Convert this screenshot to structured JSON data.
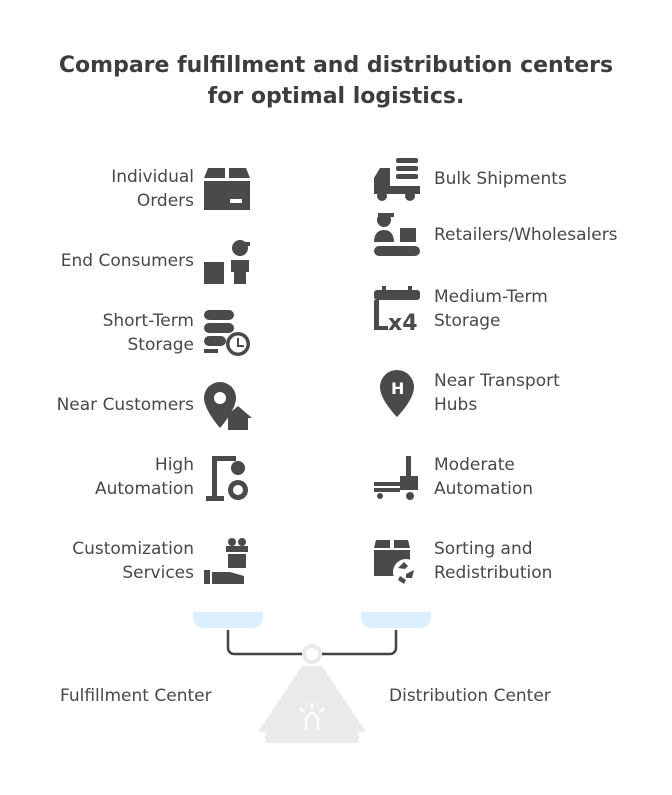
{
  "title": {
    "line1": "Compare fulfillment and distribution centers",
    "line2": "for optimal logistics."
  },
  "fulfillment": {
    "label": "Fulfillment Center",
    "items": [
      {
        "line1": "Individual",
        "line2": "Orders",
        "icon": "package-box-icon"
      },
      {
        "line1": "End Consumers",
        "line2": "",
        "icon": "delivery-person-icon"
      },
      {
        "line1": "Short-Term",
        "line2": "Storage",
        "icon": "server-clock-icon"
      },
      {
        "line1": "Near Customers",
        "line2": "",
        "icon": "location-home-icon"
      },
      {
        "line1": "High",
        "line2": "Automation",
        "icon": "robot-arm-icon"
      },
      {
        "line1": "Customization",
        "line2": "Services",
        "icon": "gift-hand-icon"
      }
    ]
  },
  "distribution": {
    "label": "Distribution Center",
    "items": [
      {
        "line1": "Bulk Shipments",
        "line2": "",
        "icon": "truck-pallet-icon"
      },
      {
        "line1": "Retailers/Wholesalers",
        "line2": "",
        "icon": "worker-conveyor-icon"
      },
      {
        "line1": "Medium-Term",
        "line2": "Storage",
        "icon": "calendar-x4-icon"
      },
      {
        "line1": "Near Transport",
        "line2": "Hubs",
        "icon": "location-hub-icon"
      },
      {
        "line1": "Moderate",
        "line2": "Automation",
        "icon": "pallet-jack-icon"
      },
      {
        "line1": "Sorting and",
        "line2": "Redistribution",
        "icon": "box-recycle-icon"
      }
    ]
  },
  "colors": {
    "text": "#484848",
    "icon": "#4a4a4a",
    "pan": "#dcefff",
    "stand": "#ebebeb"
  }
}
